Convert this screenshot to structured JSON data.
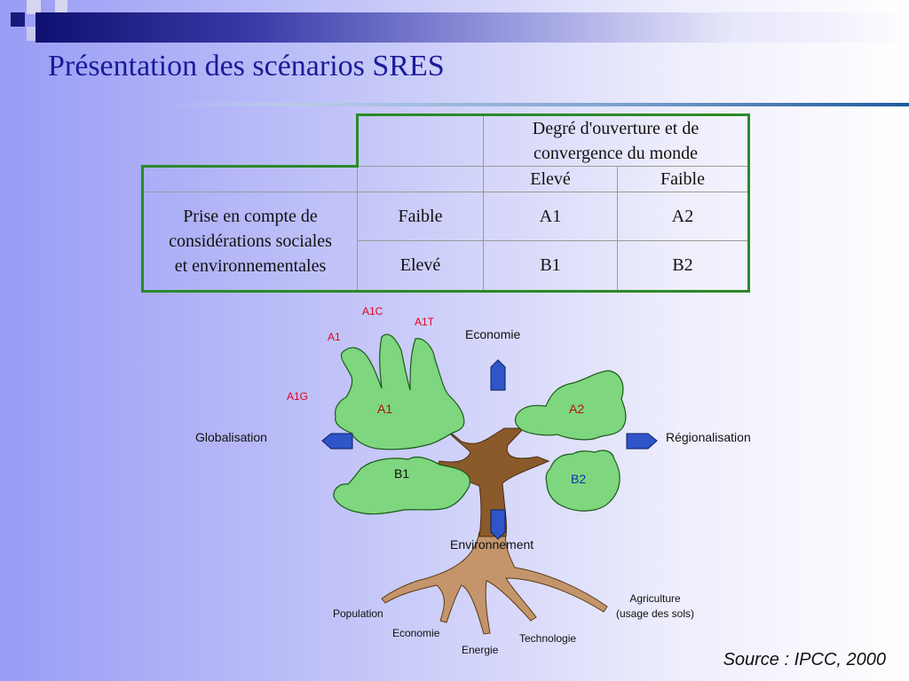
{
  "title": "Présentation des scénarios SRES",
  "table": {
    "header_world_line1": "Degré d'ouverture et de",
    "header_world_line2": "convergence du monde",
    "col_high": "Elevé",
    "col_low": "Faible",
    "row_axis_line1": "Prise en compte de",
    "row_axis_line2": "considérations sociales",
    "row_axis_line3": "et environnementales",
    "row_low": "Faible",
    "row_high": "Elevé",
    "cells": {
      "a1": "A1",
      "a2": "A2",
      "b1": "B1",
      "b2": "B2"
    }
  },
  "diagram": {
    "a1c": "A1C",
    "a1t": "A1T",
    "a1_variant": "A1",
    "a1g": "A1G",
    "economie_top": "Economie",
    "crown_a1": "A1",
    "crown_a2": "A2",
    "crown_b1": "B1",
    "crown_b2": "B2",
    "globalisation": "Globalisation",
    "regionalisation": "Régionalisation",
    "environnement": "Environnement",
    "root_population": "Population",
    "root_economie": "Economie",
    "root_energie": "Energie",
    "root_technologie": "Technologie",
    "root_agriculture_line1": "Agriculture",
    "root_agriculture_line2": "(usage des sols)",
    "colors": {
      "foliage": "#7ed67e",
      "foliage_stroke": "#1a5a1a",
      "trunk": "#8b5a2b",
      "roots": "#c4956a",
      "arrow": "#2f55c8",
      "variant_red": "#e0001b",
      "crown_red": "#b01010",
      "b2_blue": "#1030b0"
    }
  },
  "source": "Source : IPCC, 2000"
}
